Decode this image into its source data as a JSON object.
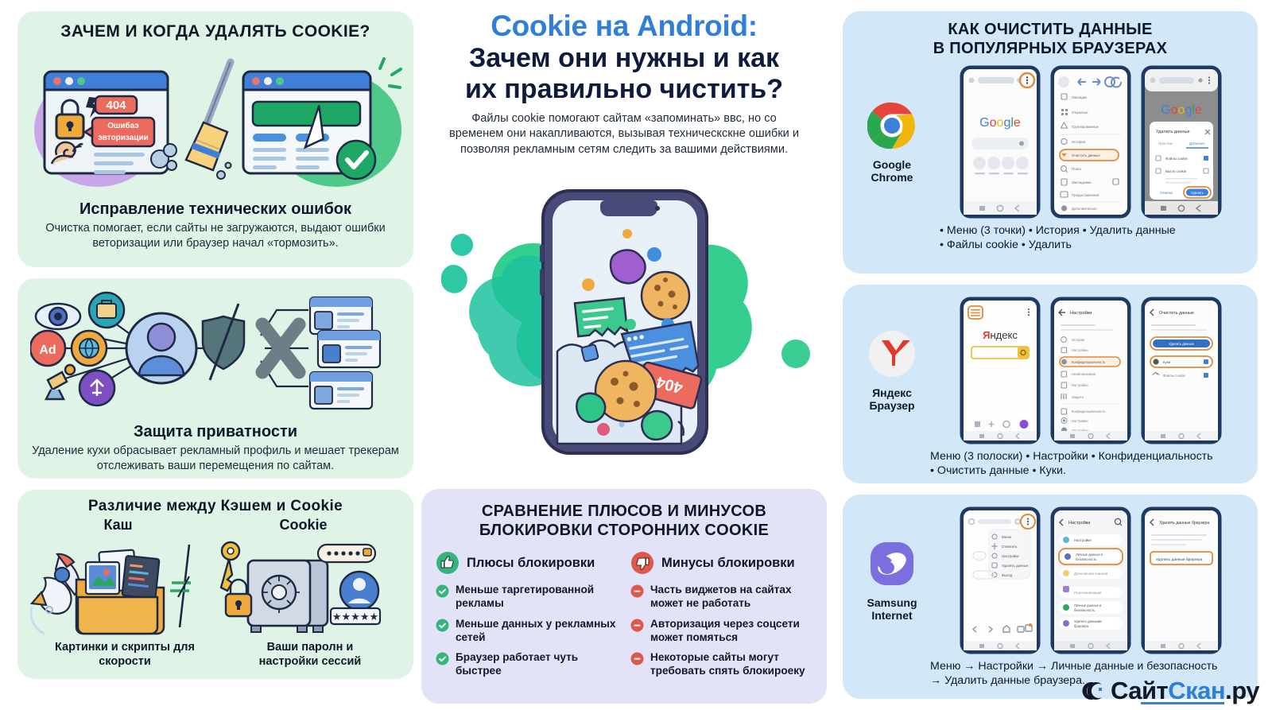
{
  "left": {
    "panel1": {
      "title": "ЗАЧЕМ И КОГДА УДАЛЯТЬ COOKIE?",
      "subhead": "Исправление технических ошибок",
      "body": "Очистка помогает, если сайты не загружаются, выдают ошибки веторизации или браузер начал «тормозить».",
      "illustration": {
        "error_code": "404",
        "error_label_line1": "Ошибаэ",
        "error_label_line2": "эвторизации"
      }
    },
    "panel2": {
      "subhead": "Защита приватности",
      "body": "Удаление кухи обрасывает рекламный профиль и мешает трекерам отслеживать ваши перемещения по сайтам.",
      "illustration": {
        "ad_badge": "Ad"
      }
    },
    "panel3": {
      "title": "Различие между Кэшем и Cookie",
      "left_label": "Каш",
      "right_label": "Cookie",
      "left_caption": "Картинки и скрипты для скорости",
      "right_caption": "Ваши паролн и настройки сессий"
    }
  },
  "center": {
    "title_blue": "Cookie на Android:",
    "title_dark_line1": "Зачем они нужны и как",
    "title_dark_line2": "их правильно чистить?",
    "description": "Файлы cookie помогают сайтам «запоминать» ввс, но со временем они накапливаются, вызывая техническскне ошибки и позволяя рекламным сетям следить за вашими действиями.",
    "phone_illustration": {
      "error_tag": "404"
    },
    "comparison": {
      "title_line1": "СРАВНЕНИЕ ПЛЮСОВ И МИНУСОВ",
      "title_line2": "БЛОКИРОВКИ СТОРОННИХ COOKIE",
      "pros_heading": "Плюсы блокировки",
      "cons_heading": "Минусы блокировки",
      "pros": [
        "Меньше таргетированной рекламы",
        "Меньше данных у рекламных сетей",
        "Браузер работает чуть быстрее"
      ],
      "cons": [
        "Часть виджетов на сайтах может не работать",
        "Авторизация через соцсети может помяться",
        "Некоторые сайты могут требовать спять блокироеку"
      ],
      "pros_color": "#35b57e",
      "cons_color": "#e0574c"
    }
  },
  "right": {
    "title_line1": "КАК ОЧИСТИТЬ ДАННЫЕ",
    "title_line2": "В ПОПУЛЯРНЫХ БРАУЗЕРАХ",
    "browsers": [
      {
        "name_line1": "Google",
        "name_line2": "Chrome",
        "caption_line1": "• Меню (3 точки)  • История  • Удалить данные",
        "caption_line2": "• Файлы cookie  • Удалить",
        "screens": [
          {
            "label": "Google"
          },
          {
            "highlight": "Очистить данные"
          },
          {
            "dialog_title": "Удалить данные",
            "tab1": "Простые",
            "tab2": "Дополнит.",
            "row1": "Файлы cookie",
            "row2": "Выстк cookie",
            "btn_cancel": "Отмена",
            "btn_ok": "Удалить"
          }
        ]
      },
      {
        "name_line1": "Яндекс",
        "name_line2": "Браузер",
        "caption_line1": "Меню (3 полоски)  • Настройки  • Конфиденциальность",
        "caption_line2": "• Очистить данные  • Куки.",
        "screens": [
          {
            "label": "Яндекс"
          },
          {
            "title": "Настройки",
            "highlight": "Конфиденциальность"
          },
          {
            "title": "Очистить данные",
            "button": "Удалить данные",
            "row1": "Куки",
            "row2": "Файлы cookie"
          }
        ]
      },
      {
        "name_line1": "Samsung",
        "name_line2": "Internet",
        "caption_line1": "Меню → Настройки → Личные данные и безопасность",
        "caption_line2": "→ Удалить данные браузера.",
        "screens": [
          {
            "menu1": "Меню",
            "menu2": "Отметить",
            "menu3": "Настройки",
            "menu4": "Удалить данные",
            "menu5": "Выход"
          },
          {
            "title": "Настройки",
            "highlight": "Личные данные и безопасность"
          },
          {
            "title": "Удалить данные браузера",
            "button": "Удалить данные браузера"
          }
        ]
      }
    ]
  },
  "logo": {
    "part1": "Сайт",
    "part2": "Скан",
    "part3": ".ру"
  }
}
